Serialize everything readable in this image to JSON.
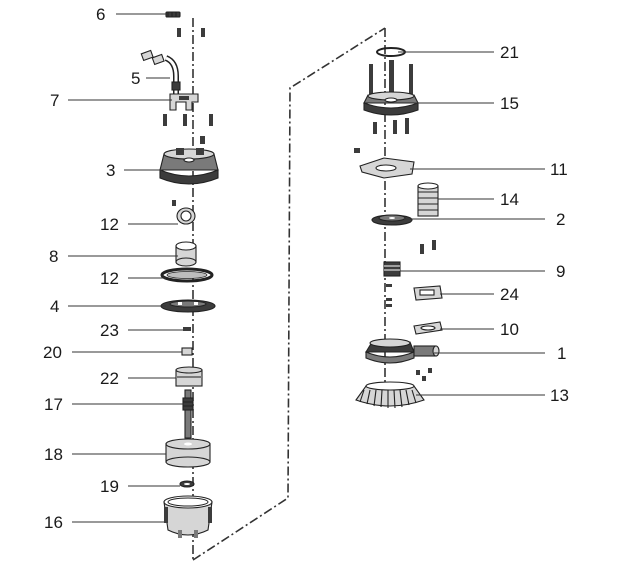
{
  "diagram": {
    "type": "exploded-parts-view",
    "left_labels": {
      "p6": "6",
      "p5": "5",
      "p7": "7",
      "p3": "3",
      "p12a": "12",
      "p8": "8",
      "p12b": "12",
      "p4": "4",
      "p23": "23",
      "p20": "20",
      "p22": "22",
      "p17": "17",
      "p18": "18",
      "p19": "19",
      "p16": "16"
    },
    "right_labels": {
      "p21": "21",
      "p15": "15",
      "p11": "11",
      "p14": "14",
      "p2": "2",
      "p9": "9",
      "p24": "24",
      "p10": "10",
      "p1": "1",
      "p13": "13"
    }
  }
}
